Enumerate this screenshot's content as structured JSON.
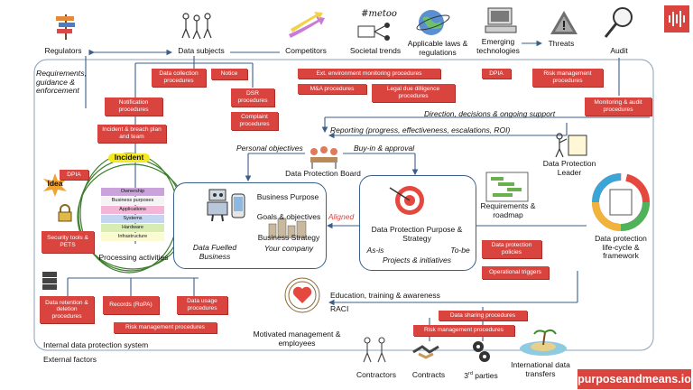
{
  "brand": {
    "text": "purposeandmeans.io",
    "logo_icon": "sound-bars-icon"
  },
  "colors": {
    "accent_red": "#d9443f",
    "connector_blue": "#3a5f8a",
    "brand_red": "#d9443f"
  },
  "external": {
    "regulators": "Regulators",
    "data_subjects": "Data subjects",
    "competitors": "Competitors",
    "societal_trends": "Societal trends",
    "laws": "Applicable laws & regulations",
    "emerging_tech": "Emerging technologies",
    "threats": "Threats",
    "audit": "Audit",
    "contractors": "Contractors",
    "contracts": "Contracts",
    "third_parties_base": "3",
    "third_parties_sup": "rd",
    "third_parties_rest": " parties",
    "international": "International data transfers",
    "metoo": "#metoo",
    "external_factors": "External factors",
    "internal_system": "Internal data protection system"
  },
  "annotations": {
    "requirements": "Requirements, guidance & enforcement",
    "direction": "Direction, decisions & ongoing support",
    "reporting": "Reporting (progress, effectiveness, escalations, ROI)",
    "personal_objectives": "Personal objectives",
    "buy_in": "Buy-in & approval",
    "education": "Education, training & awareness",
    "raci": "RACI",
    "aligned": "Aligned",
    "as_is": "As-is",
    "to_be": "To-be"
  },
  "red_boxes": {
    "data_collection": "Data collection procedures",
    "notice": "Notice",
    "ext_monitoring": "Ext. environment monitoring procedures",
    "mna": "M&A procedures",
    "legal_dd": "Legal due dilligence procedures",
    "dpia_top": "DPIA",
    "risk_mgmt_top": "Risk management procedures",
    "monitoring_audit": "Monitoring & audit procedures",
    "dsr": "DSR procedures",
    "complaint": "Complaint procedures",
    "notification": "Notification procedures",
    "incident_breach": "Incident & breach plan and team",
    "dpia_left": "DPIA",
    "security_tools": "Security tools & PETS",
    "data_retention": "Data retention & deletion procedures",
    "records": "Records (RoPA)",
    "data_usage": "Data usage procedures",
    "risk_mgmt_bottom": "Risk management procedures",
    "dp_policies": "Data protection policies",
    "operational_triggers": "Operational triggers",
    "data_sharing": "Data sharing procedures",
    "risk_mgmt_sharing": "Risk management procedures"
  },
  "processing": {
    "incident": "Incident",
    "idea": "Idea",
    "title": "Processing activities",
    "layers": [
      {
        "label": "Ownership",
        "color": "#c9a3d9"
      },
      {
        "label": "Business purposes",
        "color": "#f4f4f4"
      },
      {
        "label": "Applications",
        "color": "#f3b6d6"
      },
      {
        "label": "Systems",
        "color": "#c4d6ef"
      },
      {
        "label": "Hardware",
        "color": "#d7ebb2"
      },
      {
        "label": "Infrastructure",
        "color": "#fbfbd2"
      }
    ]
  },
  "business": {
    "data_fuelled": "Data Fuelled Business",
    "purpose": "Business Purpose",
    "goals": "Goals & objectives",
    "strategy": "Business Strategy",
    "your_company": "Your company"
  },
  "dp_strategy": {
    "title": "Data Protection Purpose & Strategy",
    "projects": "Projects & initiatives",
    "requirements_roadmap": "Requirements & roadmap"
  },
  "governance": {
    "board": "Data Protection Board",
    "leader": "Data Protection Leader",
    "lifecycle": "Data protection life-cycle & framework",
    "motivated": "Motivated management & employees"
  }
}
